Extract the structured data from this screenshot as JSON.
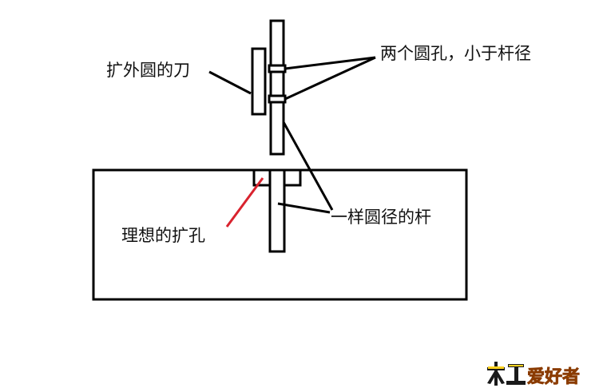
{
  "labels": {
    "cutter": "扩外圆的刀",
    "holes": "两个圆孔，小于杆径",
    "rod": "一样圆径的杆",
    "ideal_hole": "理想的扩孔"
  },
  "watermark": {
    "text": "木工爱好者"
  },
  "colors": {
    "stroke": "#000000",
    "leader_red": "#d9232e",
    "watermark_orange": "#f28c0f",
    "watermark_dark": "#1a1a1a",
    "watermark_yellow": "#ffd21f"
  }
}
